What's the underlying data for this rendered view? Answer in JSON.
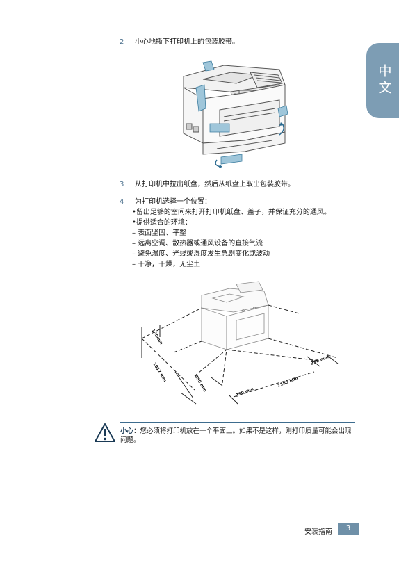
{
  "side_tab": {
    "label": "中文"
  },
  "steps": [
    {
      "number": "2",
      "text": "小心地撕下打印机上的包装胶带。"
    },
    {
      "number": "3",
      "text": "从打印机中拉出纸盘，然后从纸盘上取出包装胶带。"
    },
    {
      "number": "4",
      "text": "为打印机选择一个位置："
    }
  ],
  "location": {
    "space": "•留出足够的空间来打开打印机纸盘、盖子，并保证充分的通风。",
    "env_intro": "•提供适合的环境：",
    "conditions": [
      "– 表面坚固、平整",
      "– 远离空调、散热器或通风设备的直接气流",
      "– 避免温度、光线或湿度发生急剧变化或波动",
      "– 干净，干燥，无尘土"
    ]
  },
  "clearance": {
    "top": "100mm",
    "left": "1017 mm",
    "front": "450 mm",
    "back": "350 mm",
    "right": "350 mm",
    "width": "1183 mm"
  },
  "caution": {
    "label": "小心",
    "text": "：您必须将打印机放在一个平面上。如果不是这样，则打印质量可能会出现问题。"
  },
  "footer": {
    "section": "安装指南",
    "page": "3"
  }
}
